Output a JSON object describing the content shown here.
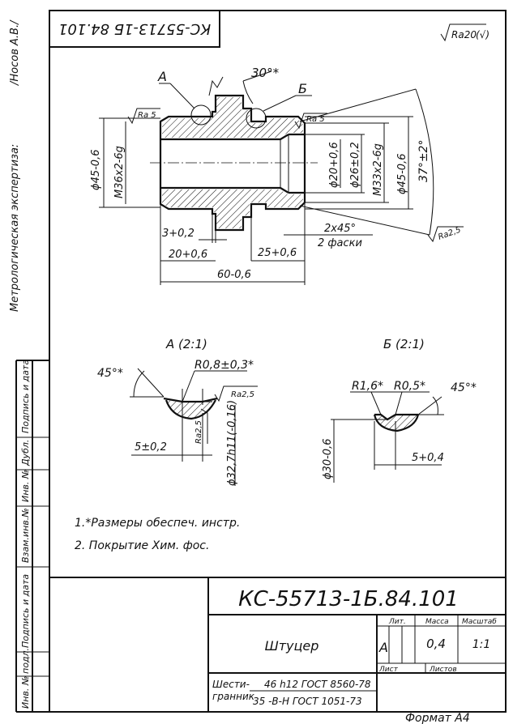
{
  "drawing_number": "КС-55713-1Б.84.101",
  "top_code": "КС-55713-1Б 84.101",
  "roughness_general": "Ra20",
  "roughness_general_suffix": "(√)",
  "left_margin": {
    "inspection": "Метрологическая экспертиза:",
    "signer": "/Носов А.В./",
    "cells": [
      "Подпись и дата",
      "Дубл.",
      "Инв. №",
      "Взам.инв.№",
      "Подпись и дата",
      "подл.",
      "Инв. №"
    ]
  },
  "main_view": {
    "label_a": "А",
    "label_b": "Б",
    "angle_top": "30°*",
    "angle_right": "37°±2°",
    "ra_left": "Ra 5",
    "ra_right": "Ra 5",
    "ra_bottom": "Ra2,5",
    "dims": {
      "d45_left": "ϕ45-0,6",
      "thread_left": "M36x2-6g",
      "d20": "ϕ20+0,6",
      "d26": "ϕ26±0,2",
      "thread_right": "M33x2-6g",
      "d45_right": "ϕ45-0,6",
      "groove": "3+0,2",
      "len20": "20+0,6",
      "len25": "25+0,6",
      "chamfer": "2x45°",
      "chamfer_note": "2 фаски",
      "len60": "60-0,6"
    }
  },
  "detail_a": {
    "title": "А (2:1)",
    "angle": "45°*",
    "radius": "R0,8±0,3*",
    "ra1": "Ra2,5",
    "ra2": "Ra2,5",
    "width": "5±0,2",
    "diameter": "ϕ32,7h11(-0,16)"
  },
  "detail_b": {
    "title": "Б (2:1)",
    "r1": "R1,6*",
    "r2": "R0,5*",
    "angle": "45°*",
    "diameter": "ϕ30-0,6",
    "width": "5+0,4"
  },
  "notes": [
    "1.*Размеры обеспеч. инстр.",
    "2. Покрытие  Хим. фос."
  ],
  "title_block": {
    "name": "Штуцер",
    "lit_header": "Лит.",
    "mass_header": "Масса",
    "scale_header": "Масштаб",
    "lit_value": "А",
    "mass": "0,4",
    "scale": "1:1",
    "sheet_label": "Лист",
    "sheets_label": "Листов",
    "material_line1_label": "Шести-",
    "material_line2_label": "гранник",
    "material_line1": "46  h12 ГОСТ 8560-78",
    "material_line2": "35 -В-Н ГОСТ 1051-73"
  },
  "format": "Формат А4"
}
